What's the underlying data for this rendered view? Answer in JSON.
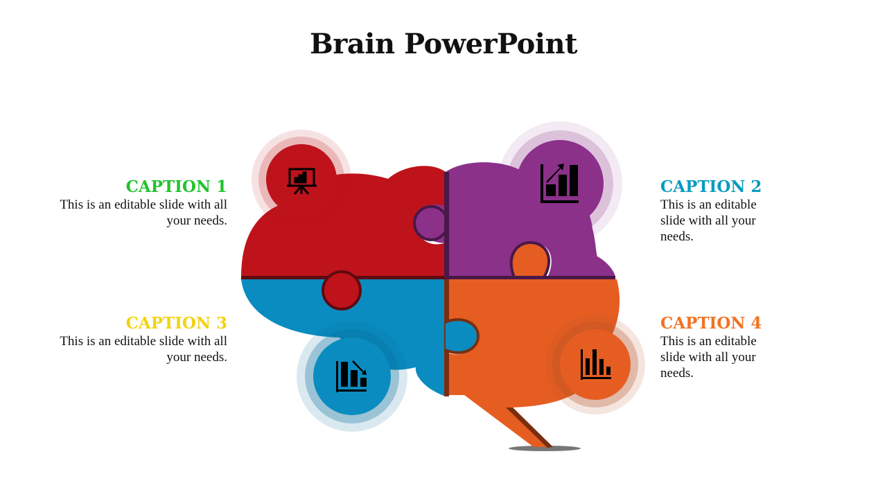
{
  "title": "Brain PowerPoint",
  "captions": [
    {
      "heading": "CAPTION 1",
      "body": "This is an editable slide with all your needs.",
      "color": "#22c32e",
      "icon": "presentation-chart-icon"
    },
    {
      "heading": "CAPTION 2",
      "body": "This is an editable slide with all your needs.",
      "color": "#0a9bbf",
      "icon": "growth-chart-icon"
    },
    {
      "heading": "CAPTION 3",
      "body": "This is an editable slide with all your needs.",
      "color": "#f2d40f",
      "icon": "decline-chart-icon"
    },
    {
      "heading": "CAPTION 4",
      "body": "This is an editable slide with all your needs.",
      "color": "#f07323",
      "icon": "bar-chart-icon"
    }
  ],
  "colors": {
    "red": "#be131b",
    "purple": "#8b318a",
    "blue": "#0a8cc0",
    "orange": "#e65d22"
  }
}
